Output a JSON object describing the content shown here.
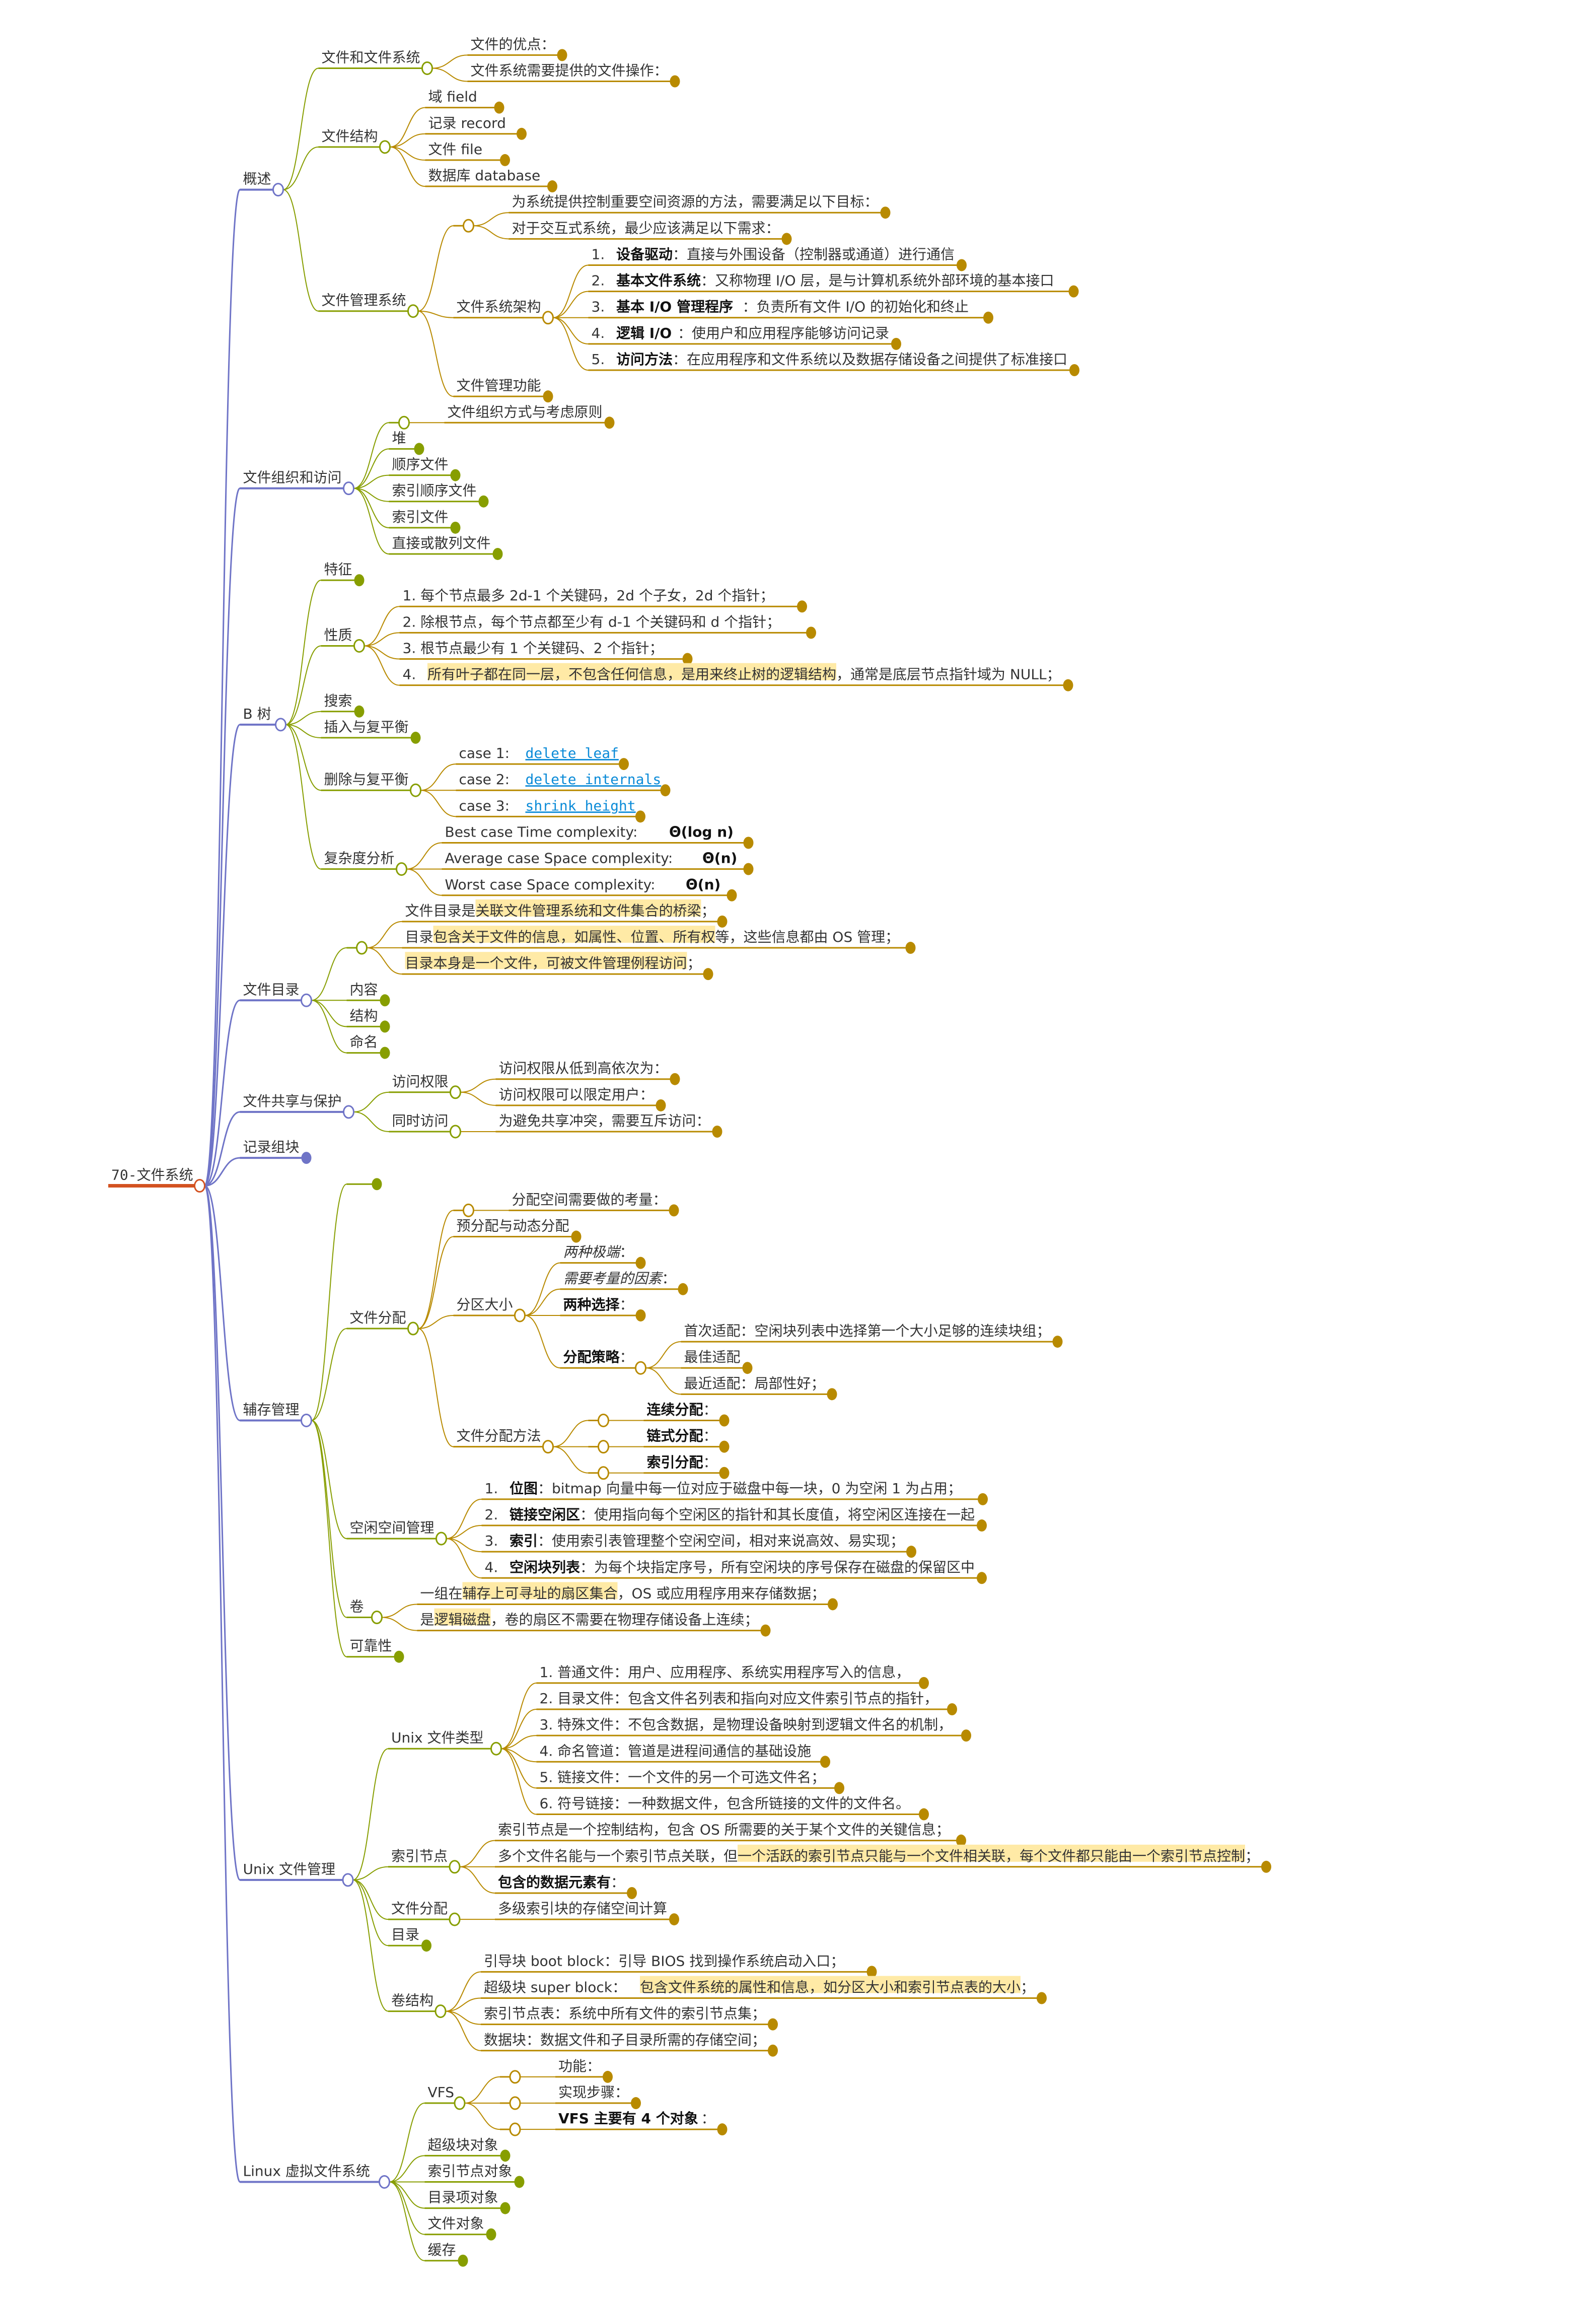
{
  "title": "70-文件系统",
  "colors": {
    "root": "#d35221",
    "level1": "#6f74c7",
    "level2": "#879e00",
    "level3": "#b88a00",
    "highlight": "#ffeaa6",
    "link": "#0b8bd8",
    "text": "#333333"
  },
  "tree": {
    "label": "70-文件系统",
    "children": [
      {
        "label": "概述",
        "children": [
          {
            "label": "文件和文件系统",
            "children": [
              {
                "label": "文件的优点："
              },
              {
                "label": "文件系统需要提供的文件操作："
              }
            ]
          },
          {
            "label": "文件结构",
            "children": [
              {
                "label": "域 field"
              },
              {
                "label": "记录 record"
              },
              {
                "label": "文件 file"
              },
              {
                "label": "数据库 database"
              }
            ]
          },
          {
            "label": "文件管理系统",
            "children": [
              {
                "label": "",
                "children": [
                  {
                    "label": "为系统提供控制重要空间资源的方法，需要满足以下目标："
                  },
                  {
                    "label": "对于交互式系统，最少应该满足以下需求："
                  }
                ]
              },
              {
                "label": "文件系统架构",
                "children": [
                  {
                    "parts": [
                      {
                        "t": "1. "
                      },
                      {
                        "t": "设备驱动",
                        "b": true
                      },
                      {
                        "t": "：直接与外围设备（控制器或通道）进行通信"
                      }
                    ]
                  },
                  {
                    "parts": [
                      {
                        "t": "2. "
                      },
                      {
                        "t": "基本文件系统",
                        "b": true
                      },
                      {
                        "t": "：又称物理 I/O 层，是与计算机系统外部环境的基本接口"
                      }
                    ]
                  },
                  {
                    "parts": [
                      {
                        "t": "3. "
                      },
                      {
                        "t": "基本 I/O 管理程序",
                        "b": true
                      },
                      {
                        "t": "：负责所有文件 I/O 的初始化和终止"
                      }
                    ]
                  },
                  {
                    "parts": [
                      {
                        "t": "4. "
                      },
                      {
                        "t": "逻辑 I/O",
                        "b": true
                      },
                      {
                        "t": "：使用户和应用程序能够访问记录"
                      }
                    ]
                  },
                  {
                    "parts": [
                      {
                        "t": "5. "
                      },
                      {
                        "t": "访问方法",
                        "b": true
                      },
                      {
                        "t": "：在应用程序和文件系统以及数据存储设备之间提供了标准接口"
                      }
                    ]
                  }
                ]
              },
              {
                "label": "文件管理功能"
              }
            ]
          }
        ]
      },
      {
        "label": "文件组织和访问",
        "children": [
          {
            "label": "",
            "children": [
              {
                "label": "文件组织方式与考虑原则"
              }
            ]
          },
          {
            "label": "堆"
          },
          {
            "label": "顺序文件"
          },
          {
            "label": "索引顺序文件"
          },
          {
            "label": "索引文件"
          },
          {
            "label": "直接或散列文件"
          }
        ]
      },
      {
        "label": "B 树",
        "children": [
          {
            "label": "特征"
          },
          {
            "label": "性质",
            "children": [
              {
                "label": "1. 每个节点最多 2d-1 个关键码，2d 个子女，2d 个指针；"
              },
              {
                "label": "2. 除根节点，每个节点都至少有 d-1 个关键码和 d 个指针；"
              },
              {
                "label": "3. 根节点最少有 1 个关键码、2 个指针；"
              },
              {
                "parts": [
                  {
                    "t": "4. "
                  },
                  {
                    "t": "所有叶子都在同一层，不包含任何信息，是用来终止树的逻辑结构",
                    "h": true
                  },
                  {
                    "t": "，通常是底层节点指针域为 NULL；"
                  }
                ]
              }
            ]
          },
          {
            "label": "搜索"
          },
          {
            "label": "插入与复平衡"
          },
          {
            "label": "删除与复平衡",
            "children": [
              {
                "parts": [
                  {
                    "t": "case 1: "
                  },
                  {
                    "t": "delete leaf",
                    "l": true
                  }
                ]
              },
              {
                "parts": [
                  {
                    "t": "case 2: "
                  },
                  {
                    "t": "delete internals",
                    "l": true
                  }
                ]
              },
              {
                "parts": [
                  {
                    "t": "case 3: "
                  },
                  {
                    "t": "shrink height",
                    "l": true
                  }
                ]
              }
            ]
          },
          {
            "label": "复杂度分析",
            "children": [
              {
                "parts": [
                  {
                    "t": "Best case Time complexity: "
                  },
                  {
                    "t": "Θ(log n)",
                    "b": true
                  }
                ]
              },
              {
                "parts": [
                  {
                    "t": "Average case Space complexity: "
                  },
                  {
                    "t": "Θ(n)",
                    "b": true
                  }
                ]
              },
              {
                "parts": [
                  {
                    "t": "Worst case Space complexity: "
                  },
                  {
                    "t": "Θ(n)",
                    "b": true
                  }
                ]
              }
            ]
          }
        ]
      },
      {
        "label": "文件目录",
        "children": [
          {
            "label": "",
            "children": [
              {
                "parts": [
                  {
                    "t": "文件目录是"
                  },
                  {
                    "t": "关联文件管理系统和文件集合的桥梁",
                    "h": true
                  },
                  {
                    "t": "；"
                  }
                ]
              },
              {
                "parts": [
                  {
                    "t": "目录"
                  },
                  {
                    "t": "包含关于文件的信息，如属性、位置、所有权",
                    "h": true
                  },
                  {
                    "t": "等，这些信息都由 OS 管理；"
                  }
                ]
              },
              {
                "parts": [
                  {
                    "t": "目录本身是一个文件，可被文件管理例程访问",
                    "h": true
                  },
                  {
                    "t": "；"
                  }
                ]
              }
            ]
          },
          {
            "label": "内容"
          },
          {
            "label": "结构"
          },
          {
            "label": "命名"
          }
        ]
      },
      {
        "label": "文件共享与保护",
        "children": [
          {
            "label": "访问权限",
            "children": [
              {
                "label": "访问权限从低到高依次为："
              },
              {
                "label": "访问权限可以限定用户："
              }
            ]
          },
          {
            "label": "同时访问",
            "children": [
              {
                "label": "为避免共享冲突，需要互斥访问："
              }
            ]
          }
        ]
      },
      {
        "label": "记录组块"
      },
      {
        "label": "辅存管理",
        "children": [
          {
            "label": ""
          },
          {
            "label": "文件分配",
            "children": [
              {
                "label": "",
                "children": [
                  {
                    "label": "分配空间需要做的考量："
                  }
                ]
              },
              {
                "label": "预分配与动态分配"
              },
              {
                "label": "分区大小",
                "children": [
                  {
                    "parts": [
                      {
                        "t": "两种极端",
                        "i": true
                      },
                      {
                        "t": "："
                      }
                    ]
                  },
                  {
                    "parts": [
                      {
                        "t": "需要考量的因素",
                        "i": true
                      },
                      {
                        "t": "："
                      }
                    ]
                  },
                  {
                    "parts": [
                      {
                        "t": "两种选择",
                        "b": true
                      },
                      {
                        "t": "："
                      }
                    ]
                  },
                  {
                    "parts": [
                      {
                        "t": "分配策略",
                        "b": true
                      },
                      {
                        "t": "："
                      }
                    ],
                    "children": [
                      {
                        "label": "首次适配：空闲块列表中选择第一个大小足够的连续块组；"
                      },
                      {
                        "label": "最佳适配"
                      },
                      {
                        "label": "最近适配：局部性好；"
                      }
                    ]
                  }
                ]
              },
              {
                "label": "文件分配方法",
                "children": [
                  {
                    "label": "",
                    "children": [
                      {
                        "parts": [
                          {
                            "t": "连续分配",
                            "b": true
                          },
                          {
                            "t": "："
                          }
                        ]
                      }
                    ]
                  },
                  {
                    "label": "",
                    "children": [
                      {
                        "parts": [
                          {
                            "t": "链式分配",
                            "b": true
                          },
                          {
                            "t": "："
                          }
                        ]
                      }
                    ]
                  },
                  {
                    "label": "",
                    "children": [
                      {
                        "parts": [
                          {
                            "t": "索引分配",
                            "b": true
                          },
                          {
                            "t": "："
                          }
                        ]
                      }
                    ]
                  }
                ]
              }
            ]
          },
          {
            "label": "空闲空间管理",
            "children": [
              {
                "parts": [
                  {
                    "t": "1. "
                  },
                  {
                    "t": "位图",
                    "b": true
                  },
                  {
                    "t": "：bitmap 向量中每一位对应于磁盘中每一块，0 为空闲 1 为占用；"
                  }
                ]
              },
              {
                "parts": [
                  {
                    "t": "2. "
                  },
                  {
                    "t": "链接空闲区",
                    "b": true
                  },
                  {
                    "t": "：使用指向每个空闲区的指针和其长度值，将空闲区连接在一起"
                  }
                ]
              },
              {
                "parts": [
                  {
                    "t": "3. "
                  },
                  {
                    "t": "索引",
                    "b": true
                  },
                  {
                    "t": "：使用索引表管理整个空闲空间，相对来说高效、易实现；"
                  }
                ]
              },
              {
                "parts": [
                  {
                    "t": "4. "
                  },
                  {
                    "t": "空闲块列表",
                    "b": true
                  },
                  {
                    "t": "：为每个块指定序号，所有空闲块的序号保存在磁盘的保留区中"
                  }
                ]
              }
            ]
          },
          {
            "label": "卷",
            "children": [
              {
                "parts": [
                  {
                    "t": "一组在"
                  },
                  {
                    "t": "辅存上可寻址的扇区集合",
                    "h": true
                  },
                  {
                    "t": "，OS 或应用程序用来存储数据；"
                  }
                ]
              },
              {
                "parts": [
                  {
                    "t": "是"
                  },
                  {
                    "t": "逻辑磁盘",
                    "h": true
                  },
                  {
                    "t": "，卷的扇区不需要在物理存储设备上连续；"
                  }
                ]
              }
            ]
          },
          {
            "label": "可靠性"
          }
        ]
      },
      {
        "label": "Unix 文件管理",
        "children": [
          {
            "label": "Unix 文件类型",
            "children": [
              {
                "label": "1. 普通文件：用户、应用程序、系统实用程序写入的信息，"
              },
              {
                "label": "2. 目录文件：包含文件名列表和指向对应文件索引节点的指针，"
              },
              {
                "label": "3. 特殊文件：不包含数据，是物理设备映射到逻辑文件名的机制，"
              },
              {
                "label": "4. 命名管道：管道是进程间通信的基础设施"
              },
              {
                "label": "5. 链接文件：一个文件的另一个可选文件名；"
              },
              {
                "label": "6. 符号链接：一种数据文件，包含所链接的文件的文件名。"
              }
            ]
          },
          {
            "label": "索引节点",
            "children": [
              {
                "label": "索引节点是一个控制结构，包含 OS 所需要的关于某个文件的关键信息；"
              },
              {
                "parts": [
                  {
                    "t": "多个文件名能与一个索引节点关联，但"
                  },
                  {
                    "t": "一个活跃的索引节点只能与一个文件相关联，每个文件都只能由一个索引节点控制",
                    "h": true
                  },
                  {
                    "t": "；"
                  }
                ]
              },
              {
                "parts": [
                  {
                    "t": "包含的数据元素有",
                    "b": true
                  },
                  {
                    "t": "："
                  }
                ]
              }
            ]
          },
          {
            "label": "文件分配",
            "children": [
              {
                "label": "多级索引块的存储空间计算"
              }
            ]
          },
          {
            "label": "目录"
          },
          {
            "label": "卷结构",
            "children": [
              {
                "label": "引导块 boot block：引导 BIOS 找到操作系统启动入口；"
              },
              {
                "parts": [
                  {
                    "t": "超级块 super block："
                  },
                  {
                    "t": "包含文件系统的属性和信息，如分区大小和索引节点表的大小",
                    "h": true
                  },
                  {
                    "t": "；"
                  }
                ]
              },
              {
                "label": "索引节点表：系统中所有文件的索引节点集；"
              },
              {
                "label": "数据块：数据文件和子目录所需的存储空间；"
              }
            ]
          }
        ]
      },
      {
        "label": "Linux 虚拟文件系统",
        "children": [
          {
            "label": "VFS",
            "children": [
              {
                "label": "",
                "children": [
                  {
                    "label": "功能："
                  }
                ]
              },
              {
                "label": "",
                "children": [
                  {
                    "label": "实现步骤："
                  }
                ]
              },
              {
                "label": "",
                "children": [
                  {
                    "parts": [
                      {
                        "t": "VFS 主要有 4 个对象",
                        "b": true
                      },
                      {
                        "t": "："
                      }
                    ]
                  }
                ]
              }
            ]
          },
          {
            "label": "超级块对象"
          },
          {
            "label": "索引节点对象"
          },
          {
            "label": "目录项对象"
          },
          {
            "label": "文件对象"
          },
          {
            "label": "缓存"
          }
        ]
      }
    ]
  }
}
